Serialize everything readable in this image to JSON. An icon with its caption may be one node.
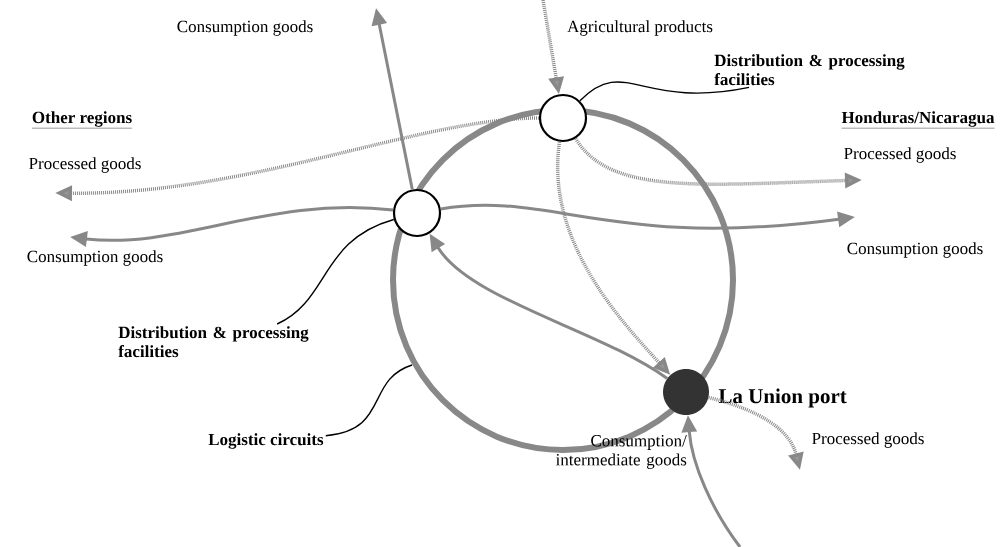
{
  "diagram": {
    "nodes": [
      {
        "text": [],
        "shape": "circle"
      },
      {
        "text": [],
        "shape": "circle"
      },
      {
        "text": [],
        "shape": "circle",
        "beside": [
          "La Union port"
        ]
      },
      {
        "text": [
          "Distribution & processing facilities"
        ]
      },
      {
        "text": [
          "Distribution & processing facilities"
        ]
      },
      {
        "text": [
          "Logistic circuits"
        ]
      }
    ],
    "edges": [
      {
        "from": 1,
        "to": null,
        "arrow": "to",
        "label": "Consumption goods"
      },
      {
        "from": null,
        "to": 0,
        "arrow": "to",
        "label": "Agricultural products",
        "style": "dashed"
      },
      {
        "from": 0,
        "to": null,
        "arrow": "to",
        "label": "Processed goods",
        "style": "dashed"
      },
      {
        "from": 1,
        "to": null,
        "arrow": "to",
        "label": "Consumption goods"
      },
      {
        "from": 0,
        "to": null,
        "arrow": "to",
        "label": "Processed goods",
        "style": "dashed"
      },
      {
        "from": 1,
        "to": null,
        "arrow": "to",
        "label": "Consumption goods"
      },
      {
        "from": 0,
        "to": 2,
        "arrow": "to",
        "style": "dashed"
      },
      {
        "from": 2,
        "to": 1,
        "arrow": "to"
      },
      {
        "from": 2,
        "to": null,
        "arrow": "to",
        "label": "Processed goods",
        "style": "dashed"
      },
      {
        "from": null,
        "to": 2,
        "arrow": "to",
        "label": "Consumption/ intermediate goods"
      },
      {
        "from": 3,
        "to": 0,
        "arrow": "none",
        "color": "#000000"
      },
      {
        "from": 4,
        "to": 1,
        "arrow": "none",
        "color": "#000000"
      },
      {
        "from": 5,
        "to": null,
        "arrow": "none",
        "color": "#000000"
      }
    ],
    "labels": [
      "Other regions",
      "Honduras/Nicaragua"
    ]
  }
}
